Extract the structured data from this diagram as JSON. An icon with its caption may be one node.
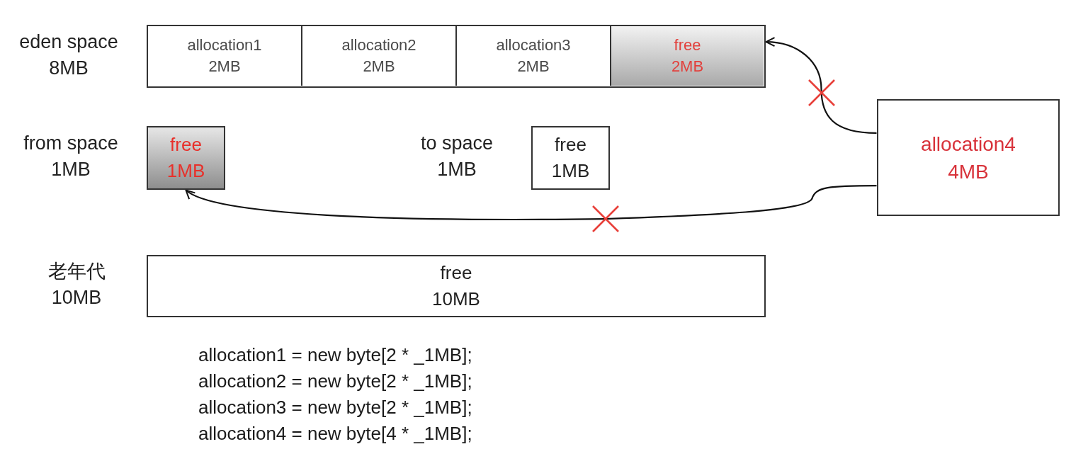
{
  "diagram": {
    "nodes": [
      {
        "text": [],
        "shape": "box",
        "beside": [
          "eden space 8MB"
        ]
      },
      {
        "text": [
          "allocation1 2MB"
        ],
        "in": 0
      },
      {
        "text": [
          "allocation2 2MB"
        ],
        "in": 0
      },
      {
        "text": [
          "allocation3 2MB"
        ],
        "in": 0
      },
      {
        "text": [
          "free 2MB"
        ],
        "in": 0
      },
      {
        "text": [
          "free 1MB"
        ],
        "beside": [
          "from space 1MB"
        ]
      },
      {
        "text": [
          "free 1MB"
        ],
        "beside": [
          "to space 1MB"
        ]
      },
      {
        "text": [
          "allocation4 4MB"
        ]
      },
      {
        "text": [
          "free 10MB"
        ],
        "beside": [
          "老年代 10MB"
        ]
      }
    ],
    "edges": [
      {
        "from": 7,
        "to": 4,
        "arrow": "to"
      },
      {
        "from": 7,
        "to": 5,
        "arrow": "to"
      }
    ],
    "labels": [
      "allocation1 = new byte[2 * _1MB];",
      "allocation2 = new byte[2 * _1MB];",
      "allocation3 = new byte[2 * _1MB];",
      "allocation4 = new byte[4 * _1MB];"
    ]
  }
}
